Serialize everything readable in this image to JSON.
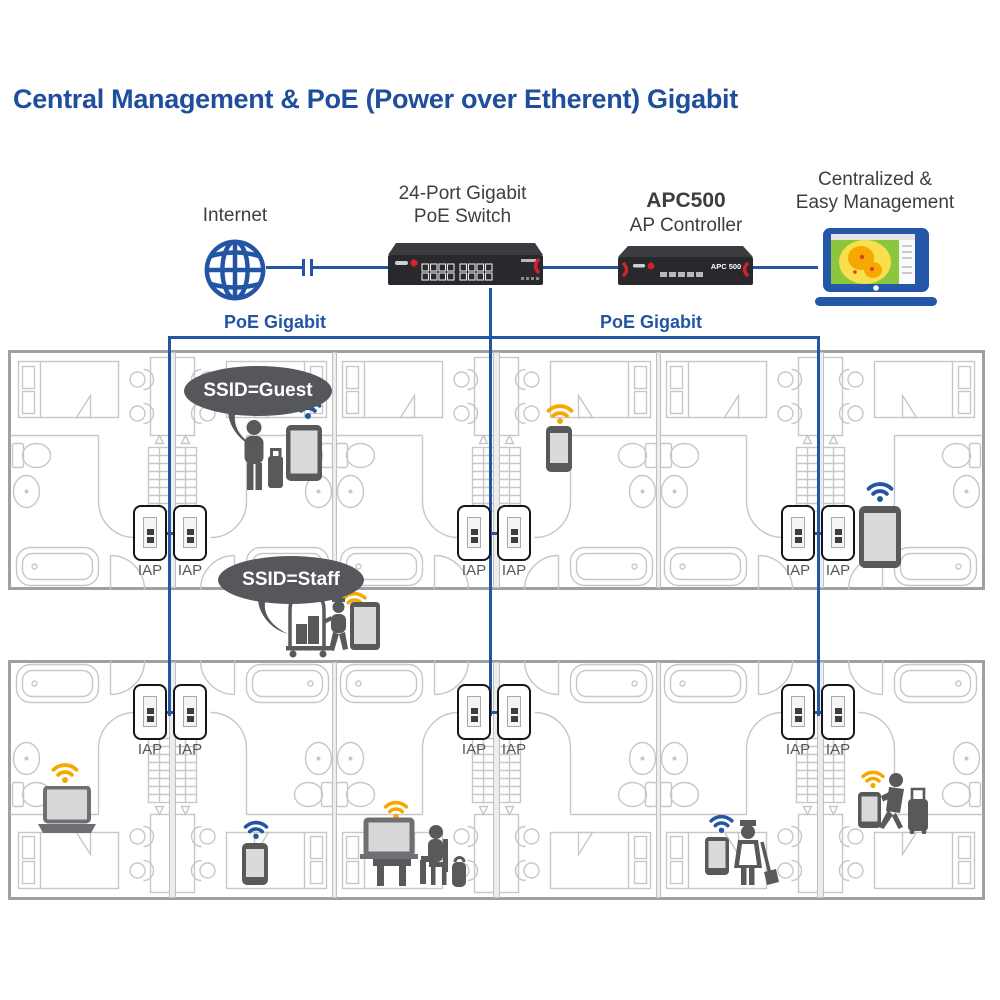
{
  "title": "Central Management & PoE (Power over Etherent) Gigabit",
  "colors": {
    "accent-blue": "#2454A4",
    "title-blue": "#1F4E9C",
    "wifi-orange": "#F6A800",
    "figure-gray": "#58595B",
    "bubble-gray": "#56575B",
    "device-black": "#2A2A2E",
    "device-red": "#D2232A",
    "plan-line": "#C7C7C9",
    "plan-wall": "#9FA0A2",
    "label-gray": "#3E3E40"
  },
  "topology": {
    "internet_label": "Internet",
    "switch_label_line1": "24-Port Gigabit",
    "switch_label_line2": "PoE Switch",
    "controller_model": "APC500",
    "controller_label": "AP Controller",
    "controller_device_text": "APC 500",
    "management_label_line1": "Centralized &",
    "management_label_line2": "Easy Management",
    "poe_link_left": "PoE Gigabit",
    "poe_link_right": "PoE Gigabit"
  },
  "wireless": {
    "ssid_guest": "SSID=Guest",
    "ssid_staff": "SSID=Staff",
    "iap_label": "IAP",
    "iap_count": 12
  }
}
